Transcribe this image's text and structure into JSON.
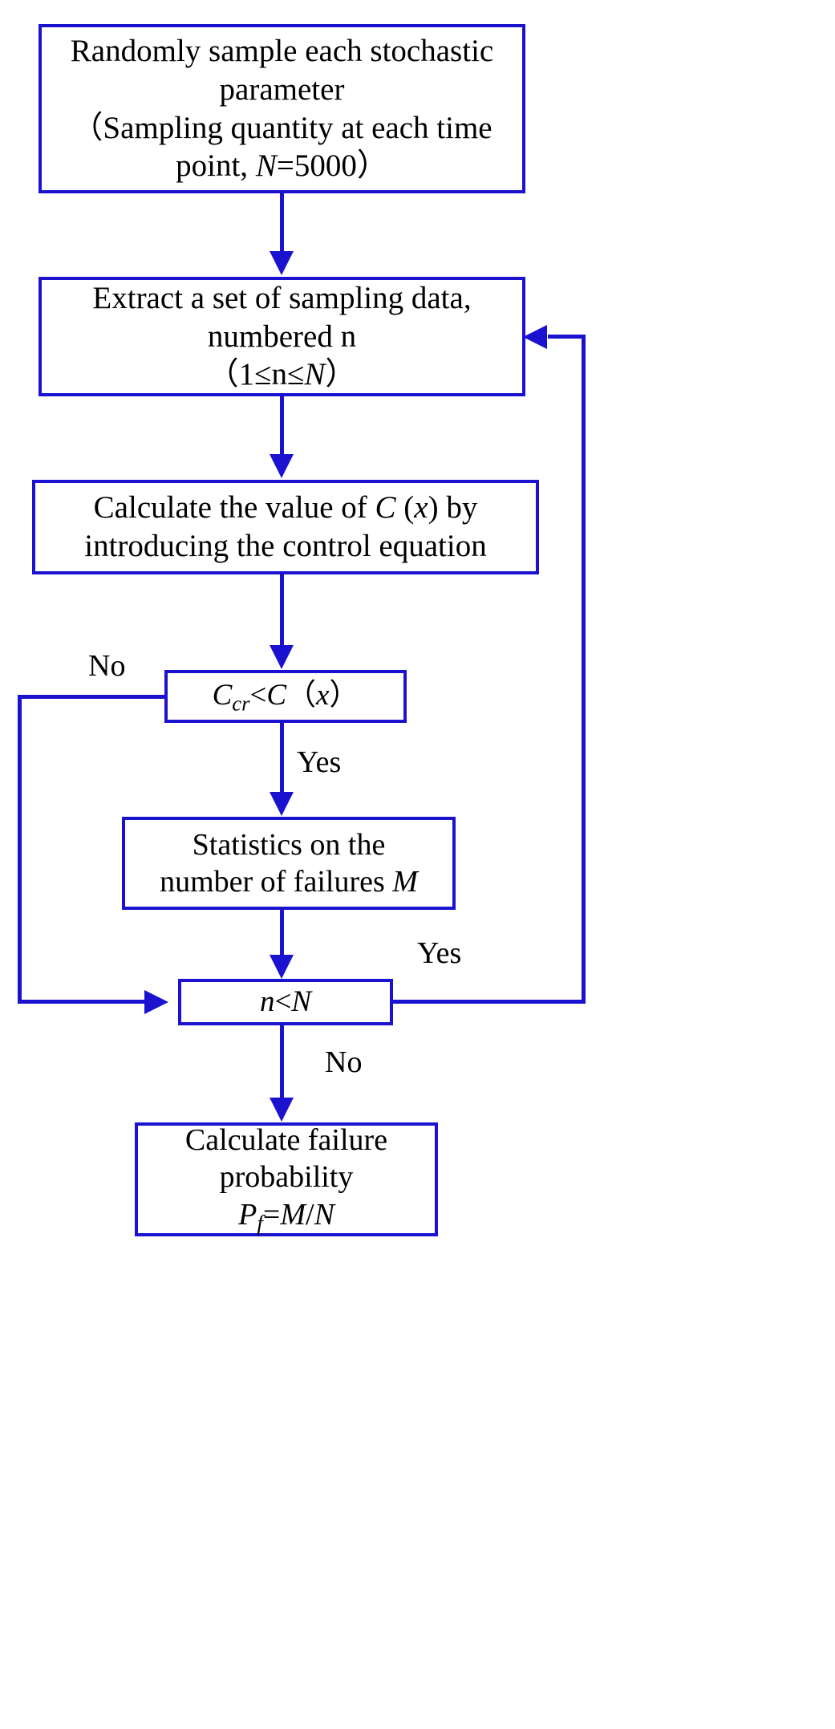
{
  "diagram": {
    "title": "Monte Carlo failure probability flowchart",
    "accent_color": "#1a12cf",
    "text_color": "#000000",
    "background_color": "#ffffff"
  },
  "nodes": {
    "sample": {
      "id": "randomly-sample",
      "shape": "process",
      "lines": [
        "Randomly sample each stochastic",
        "parameter",
        "（Sampling quantity at each time",
        "point, N=5000）"
      ],
      "line1": "Randomly sample each stochastic",
      "line2": "parameter",
      "line3_open_paren": "（",
      "line3_text": "Sampling quantity at each time",
      "line4_prefix": "point, ",
      "line4_var": "N",
      "line4_value": "=5000",
      "line4_close_paren": "）"
    },
    "extract": {
      "id": "extract-sampling-data",
      "shape": "process",
      "lines": [
        "Extract a set of sampling data,",
        "numbered n",
        "（1≤n≤N）"
      ],
      "line1": "Extract a set of sampling data,",
      "line2": "numbered n",
      "line3_open_paren": "（",
      "line3_lower": "1≤n≤",
      "line3_var": "N",
      "line3_close_paren": "）"
    },
    "calc_c": {
      "id": "calculate-value-of-c",
      "shape": "process",
      "lines": [
        "Calculate the value of C (x) by",
        "introducing the control equation"
      ],
      "line1_prefix": "Calculate the value of ",
      "line1_var_c": "C",
      "line1_mid": " (",
      "line1_var_x": "x",
      "line1_suffix": ") by",
      "line2": "introducing the control equation"
    },
    "decision_ccr": {
      "id": "ccr-less-than-c-x",
      "shape": "decision",
      "text": "Ccr<C（x）",
      "var_c1": "C",
      "sub_cr": "cr",
      "op": "<",
      "var_c2": "C",
      "open_paren": "（",
      "var_x": "x",
      "close_paren": "）"
    },
    "stats": {
      "id": "statistics-number-of-failures",
      "shape": "process",
      "lines": [
        "Statistics on the",
        "number of failures M"
      ],
      "line1": "Statistics on the",
      "line2_prefix": "number of failures ",
      "line2_var": "M"
    },
    "decision_n": {
      "id": "n-less-than-N",
      "shape": "decision",
      "text": "n<N",
      "var_n": "n",
      "op": "<",
      "var_N": "N"
    },
    "pf": {
      "id": "calculate-failure-probability",
      "shape": "process",
      "lines": [
        "Calculate failure",
        "probability",
        "Pf=M/N"
      ],
      "line1": "Calculate failure",
      "line2": "probability",
      "line3_var_p": "P",
      "line3_sub_f": "f",
      "line3_eq": "=",
      "line3_var_m": "M",
      "line3_slash": "/",
      "line3_var_n": "N"
    }
  },
  "edges": {
    "sample_to_extract": {
      "label": ""
    },
    "extract_to_calc": {
      "label": ""
    },
    "calc_to_decision": {
      "label": ""
    },
    "ccr_no": {
      "label": "No"
    },
    "ccr_yes": {
      "label": "Yes"
    },
    "stats_to_nn": {
      "label": ""
    },
    "nn_yes": {
      "label": "Yes"
    },
    "nn_no": {
      "label": "No"
    }
  }
}
